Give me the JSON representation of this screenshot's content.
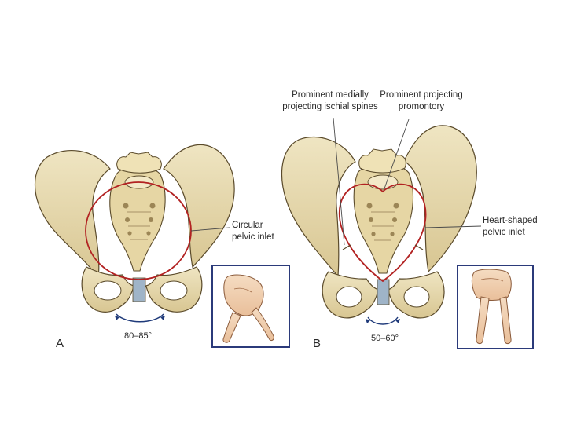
{
  "panels": [
    {
      "letter": "A",
      "inlet_label": [
        "Circular",
        "pelvic inlet"
      ],
      "angle_label": "80–85°"
    },
    {
      "letter": "B",
      "inlet_label": [
        "Heart-shaped",
        "pelvic inlet"
      ],
      "angle_label": "50–60°",
      "spines_label": [
        "Prominent medially",
        "projecting ischial spines"
      ],
      "promontory_label": [
        "Prominent projecting",
        "promontory"
      ]
    }
  ],
  "colors": {
    "bone": "#e8dcb0",
    "bone_shadow": "#c9b57f",
    "outline": "#5a4a2a",
    "inlet": "#b22222",
    "symphysis": "#9fb4c8",
    "angle": "#1f3a7a",
    "hand": "#f2d2b4",
    "frame": "#2b3a7a"
  },
  "icons": [
    "female-pelvis-illustration",
    "male-pelvis-illustration",
    "hand-gesture-wide",
    "hand-gesture-narrow"
  ]
}
